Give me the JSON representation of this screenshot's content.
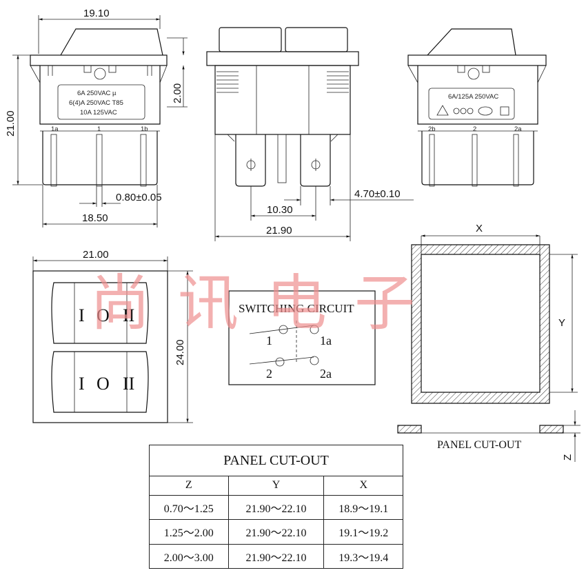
{
  "dimensions": {
    "top_width": "19.10",
    "height": "21.00",
    "terminal_offset": "2.00",
    "pin_width": "0.80±0.05",
    "pin_span": "18.50",
    "terminal_pitch": "10.30",
    "body_width": "21.90",
    "terminal_width": "4.70±0.10",
    "top_view_width": "21.00",
    "top_view_height": "24.00"
  },
  "left_label": {
    "line1": "6A  250VAC  µ",
    "line2": "6(4)A  250VAC  T85",
    "line3": "10A  125VAC"
  },
  "right_label": {
    "line1": "6A/125A  250VAC"
  },
  "pins_left": [
    "1a",
    "1",
    "1b"
  ],
  "pins_right": [
    "2b",
    "2",
    "2a"
  ],
  "rocker_symbols": {
    "off": "I",
    "circle": "O",
    "on": "II"
  },
  "circuit": {
    "title": "SWITCHING CIRCUIT",
    "labels": [
      "1",
      "1a",
      "2",
      "2a"
    ]
  },
  "cutout": {
    "x_label": "X",
    "y_label": "Y",
    "z_label": "Z",
    "caption": "PANEL CUT-OUT"
  },
  "watermark": "尚讯电子",
  "table": {
    "title": "PANEL CUT-OUT",
    "headers": [
      "Z",
      "Y",
      "X"
    ],
    "rows": [
      [
        "0.70～1.25",
        "21.90～22.10",
        "18.9～19.1"
      ],
      [
        "1.25～2.00",
        "21.90～22.10",
        "19.1～19.2"
      ],
      [
        "2.00～3.00",
        "21.90～22.10",
        "19.3～19.4"
      ]
    ]
  }
}
